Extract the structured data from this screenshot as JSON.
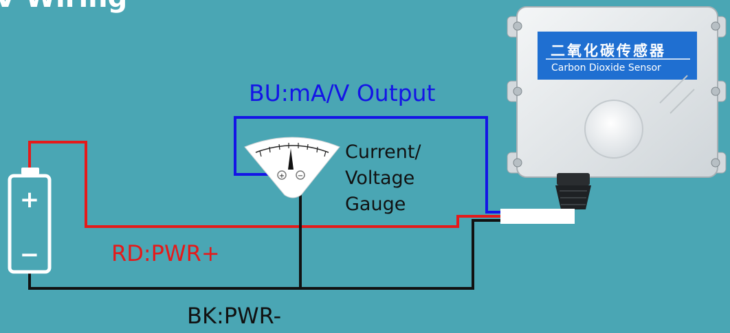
{
  "title": "V Wiring",
  "labels": {
    "blue_wire": "BU:mA/V Output",
    "red_wire": "RD:PWR+",
    "black_wire": "BK:PWR-",
    "gauge_lines": [
      "Current/",
      "Voltage",
      "Gauge"
    ]
  },
  "sensor": {
    "name_cn": "二氧化碳传感器",
    "name_en": "Carbon Dioxide Sensor"
  },
  "battery": {
    "positive_symbol": "+",
    "negative_symbol": "−"
  },
  "gauge": {
    "positive_terminal": "+",
    "negative_terminal": "−"
  },
  "colors": {
    "background": "#4aa6b4",
    "blue_wire": "#1414e6",
    "red_wire": "#e51a1a",
    "black_wire": "#111111",
    "sensor_label": "#1f6fd1"
  }
}
